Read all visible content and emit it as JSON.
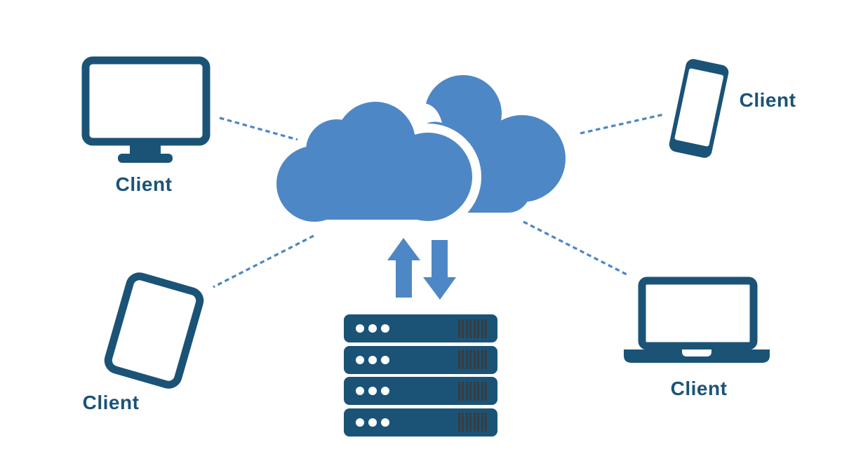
{
  "colors": {
    "navy": "#1b5377",
    "blue": "#4e87c5",
    "vent_dark": "#3b3b3b",
    "background": "#ffffff"
  },
  "clients": [
    {
      "label": "Client",
      "device": "desktop-monitor",
      "position": "top-left"
    },
    {
      "label": "Client",
      "device": "smartphone",
      "position": "top-right"
    },
    {
      "label": "Client",
      "device": "tablet",
      "position": "bottom-left"
    },
    {
      "label": "Client",
      "device": "laptop",
      "position": "bottom-right"
    }
  ],
  "center": {
    "cloud": {
      "name": "cloud",
      "shape_count": 2
    },
    "arrows": {
      "up": "upload-arrow",
      "down": "download-arrow"
    },
    "server_rack": {
      "units": 4,
      "dots_per_unit": 3,
      "vents_per_unit": 8
    }
  },
  "connections": {
    "count": 4,
    "style": "dotted"
  }
}
